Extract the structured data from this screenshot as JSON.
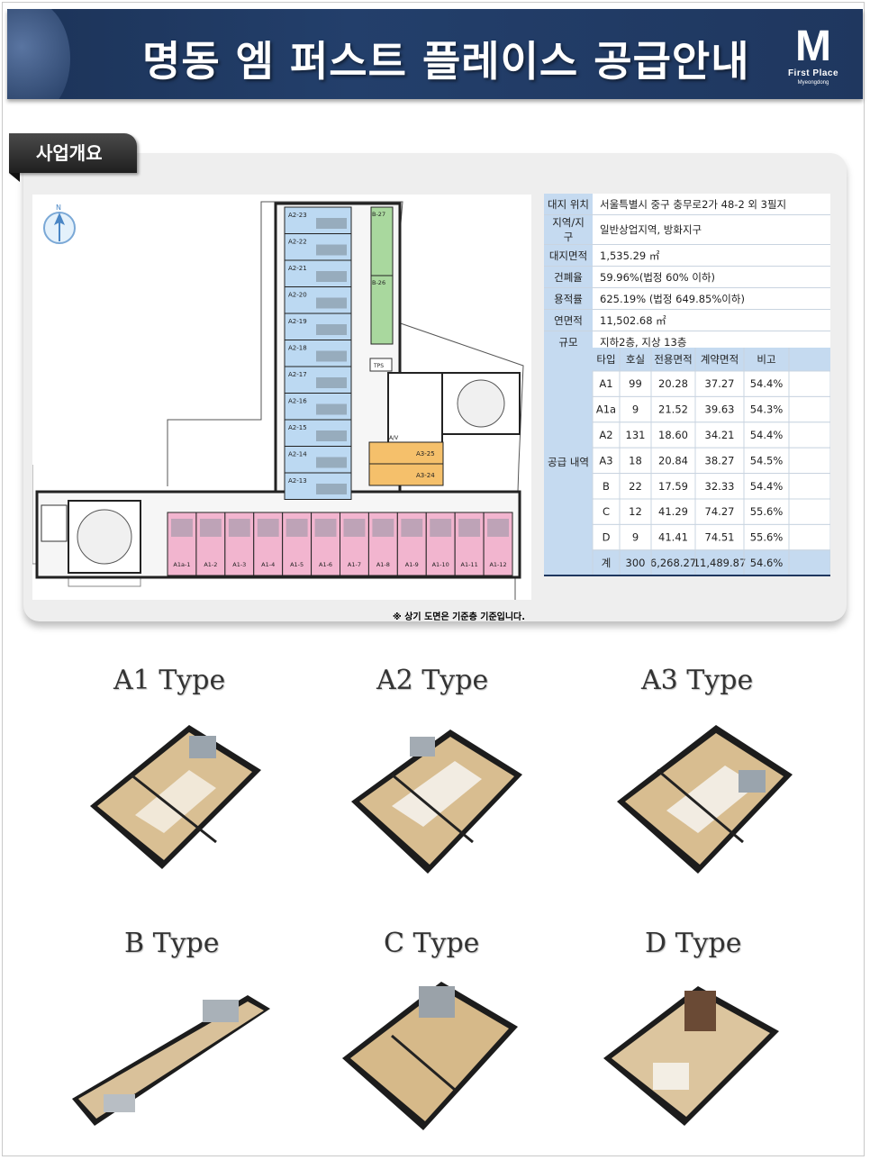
{
  "header": {
    "title": "명동 엠 퍼스트 플레이스 공급안내",
    "logo_letter": "M",
    "logo_line1": "First Place",
    "logo_line2": "Myeongdong"
  },
  "section": {
    "label": "사업개요"
  },
  "floorplan": {
    "north": "N",
    "note": "※ 상기 도면은 기준층 기준입니다.",
    "units_a2": [
      "A2-23",
      "A2-22",
      "A2-21",
      "A2-20",
      "A2-19",
      "A2-18",
      "A2-17",
      "A2-16",
      "A2-15",
      "A2-14",
      "A2-13"
    ],
    "units_b": [
      "B-27",
      "B-26"
    ],
    "units_a3": [
      "A3-25",
      "A3-24"
    ],
    "units_a1": [
      "A1a-1",
      "A1-2",
      "A1-3",
      "A1-4",
      "A1-5",
      "A1-6",
      "A1-7",
      "A1-8",
      "A1-9",
      "A1-10",
      "A1-11",
      "A1-12"
    ],
    "tps": "TPS",
    "av": "A/V",
    "colors": {
      "a2": "#bcd9f2",
      "b": "#a9d89e",
      "a3": "#f5c06b",
      "a1": "#f2b5cf"
    }
  },
  "info": [
    {
      "key": "대지 위치",
      "value": "서울특별시 중구 충무로2가 48-2 외 3필지"
    },
    {
      "key": "지역/지구",
      "value": "일반상업지역, 방화지구"
    },
    {
      "key": "대지면적",
      "value": "1,535.29 ㎡"
    },
    {
      "key": "건폐율",
      "value": "59.96%(법정 60% 이하)"
    },
    {
      "key": "용적률",
      "value": "625.19% (법정 649.85%이하)"
    },
    {
      "key": "연면적",
      "value": "11,502.68 ㎡"
    },
    {
      "key": "규모",
      "value": "지하2층, 지상 13층"
    }
  ],
  "supply": {
    "label": "공급 내역",
    "headers": [
      "타입",
      "호실",
      "전용면적",
      "계약면적",
      "비고"
    ],
    "rows": [
      [
        "A1",
        "99",
        "20.28",
        "37.27",
        "54.4%"
      ],
      [
        "A1a",
        "9",
        "21.52",
        "39.63",
        "54.3%"
      ],
      [
        "A2",
        "131",
        "18.60",
        "34.21",
        "54.4%"
      ],
      [
        "A3",
        "18",
        "20.84",
        "38.27",
        "54.5%"
      ],
      [
        "B",
        "22",
        "17.59",
        "32.33",
        "54.4%"
      ],
      [
        "C",
        "12",
        "41.29",
        "74.27",
        "55.6%"
      ],
      [
        "D",
        "9",
        "41.41",
        "74.51",
        "55.6%"
      ]
    ],
    "total": [
      "계",
      "300",
      "6,268.27",
      "11,489.87",
      "54.6%"
    ]
  },
  "types": [
    "A1 Type",
    "A2 Type",
    "A3 Type",
    "B Type",
    "C Type",
    "D Type"
  ]
}
